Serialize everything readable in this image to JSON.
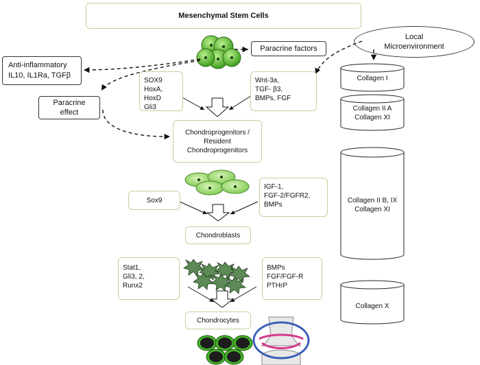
{
  "title": "Mesenchymal Stem Cells",
  "paracrine_factors": "Paracrine factors",
  "local_microenvironment": [
    "Local",
    "Microenvironment"
  ],
  "anti_inflammatory": [
    "Anti-inflammatory",
    "IL10, IL1Ra, TGFβ"
  ],
  "paracrine_effect": [
    "Paracrine",
    "effect"
  ],
  "stage1_left": [
    "SOX9",
    "HoxA, HoxD",
    "Gli3"
  ],
  "stage1_right": [
    "Wnt-3a,",
    "TGF- β3,",
    "BMPs, FGF"
  ],
  "chondroprogenitors": [
    "Chondroprogenitors /",
    "Resident",
    "Chondroprogenitors"
  ],
  "stage2_left": [
    "Sox9"
  ],
  "stage2_right": [
    "IGF-1,",
    "FGF-2/FGFR2,",
    "BMPs"
  ],
  "chondroblasts": "Chondroblasts",
  "stage3_left": [
    "Stat1,",
    "Gli3, 2,",
    "Runx2"
  ],
  "stage3_right": [
    "BMPs",
    "FGF/FGF-R",
    "PTHrP"
  ],
  "chondrocytes": "Chondrocytes",
  "collagens": {
    "c1": [
      "Collagen I"
    ],
    "c2a": [
      "Collagen II A",
      "Collagen XI"
    ],
    "c2b": [
      "Collagen II B, IX",
      "Collagen XI"
    ],
    "c10": [
      "Collagen X"
    ]
  },
  "colors": {
    "msc_cell": "#57b82f",
    "progenitor_cell": "#9ad66b",
    "chondroblast_star": "#5d8a57",
    "chondrocyte": "#2e8b1e",
    "box_border": "#c9cf9a"
  }
}
